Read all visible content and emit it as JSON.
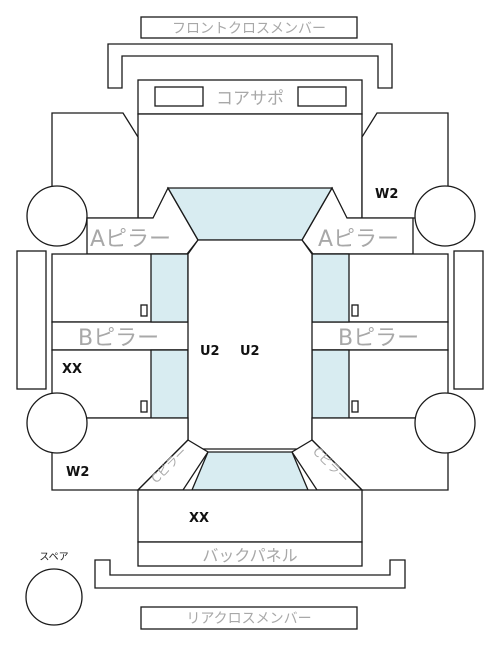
{
  "labels": {
    "front_cross_member": "フロントクロスメンバー",
    "core_support": "コアサポ",
    "a_pillar_left": "Aピラー",
    "a_pillar_right": "Aピラー",
    "b_pillar_left": "Bピラー",
    "b_pillar_right": "Bピラー",
    "c_pillar_left": "Cピラー",
    "c_pillar_right": "Cピラー",
    "back_panel": "バックパネル",
    "rear_cross_member": "リアクロスメンバー",
    "spare": "スペア"
  },
  "marks": {
    "front_right_fender": "W2",
    "roof_left": "U2",
    "roof_right": "U2",
    "rear_left_door": "XX",
    "rear_left_quarter": "W2",
    "trunk": "XX"
  },
  "colors": {
    "outline": "#1a1a1a",
    "glass": "#d8ecf1",
    "label_gray": "#a8a8a8"
  }
}
